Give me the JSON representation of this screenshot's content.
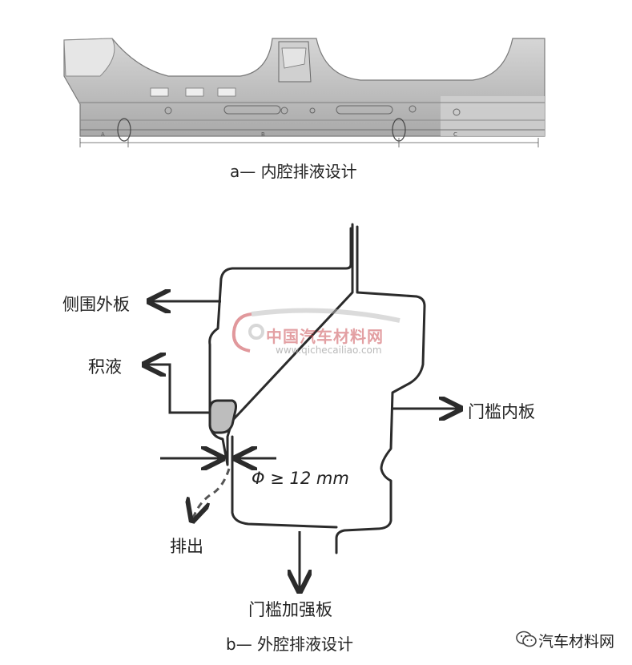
{
  "figure_a": {
    "caption": "a— 内腔排液设计",
    "dim_labels": [
      "A",
      "B",
      "C"
    ]
  },
  "figure_b": {
    "caption": "b— 外腔排液设计",
    "labels": {
      "side_outer": "侧围外板",
      "accumulation": "积液",
      "sill_inner": "门槛内板",
      "hole_size": "Φ ≥ 12 mm",
      "drain": "排出",
      "sill_reinforcement": "门槛加强板"
    }
  },
  "watermark": {
    "cn": "中国汽车材料网",
    "url": "www.qichecailiao.com"
  },
  "footer": {
    "account": "汽车材料网"
  },
  "colors": {
    "line": "#2b2b2b",
    "panel_fill": "#c9c9c9",
    "liquid_fill": "#bdbdbd",
    "watermark_red": "#c8434a",
    "watermark_gray": "#b7b7b7"
  }
}
